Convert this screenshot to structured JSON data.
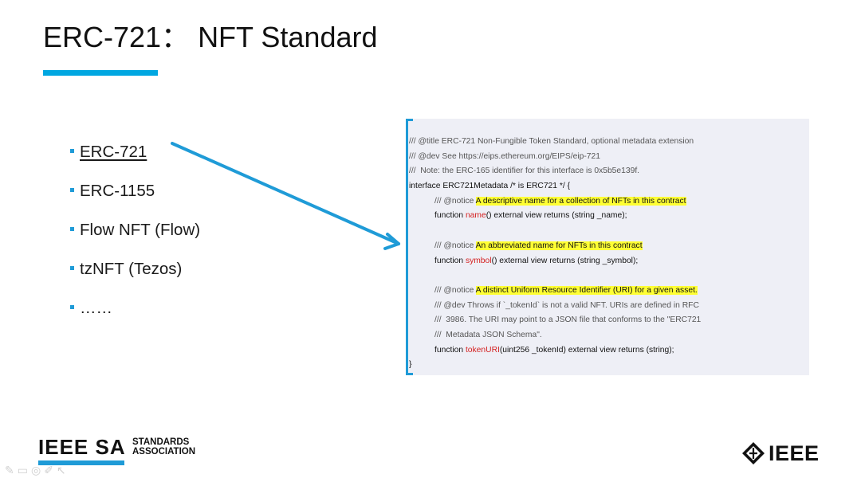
{
  "slide": {
    "title": "ERC-721： NFT Standard"
  },
  "bullets": [
    {
      "label": "ERC-721"
    },
    {
      "label": "ERC-1155"
    },
    {
      "label": "Flow NFT (Flow)"
    },
    {
      "label": "tzNFT (Tezos)"
    },
    {
      "label": "……"
    }
  ],
  "code": {
    "line1": "/// @title ERC-721 Non-Fungible Token Standard, optional metadata extension",
    "line2": "/// @dev See https://eips.ethereum.org/EIPS/eip-721",
    "line3": "///  Note: the ERC-165 identifier for this interface is 0x5b5e139f.",
    "line4": "interface ERC721Metadata /* is ERC721 */ {",
    "name_notice_prefix": "/// @notice ",
    "name_notice_hl": "A descriptive name for a collection of NFTs in this contract",
    "name_fn_prefix": "function ",
    "name_fn_name": "name",
    "name_fn_suffix": "() external view returns (string _name);",
    "symbol_notice_prefix": "/// @notice ",
    "symbol_notice_hl": "An abbreviated name for NFTs in this contract",
    "symbol_fn_prefix": "function ",
    "symbol_fn_name": "symbol",
    "symbol_fn_suffix": "() external view returns (string _symbol);",
    "uri_notice_prefix": "/// @notice ",
    "uri_notice_hl": "A distinct Uniform Resource Identifier (URI) for a given asset.",
    "uri_dev1": "/// @dev Throws if `_tokenId` is not a valid NFT. URIs are defined in RFC",
    "uri_dev2": "///  3986. The URI may point to a JSON file that conforms to the \"ERC721",
    "uri_dev3": "///  Metadata JSON Schema\".",
    "uri_fn_prefix": "function ",
    "uri_fn_name": "tokenURI",
    "uri_fn_suffix": "(uint256 _tokenId) external view returns (string);",
    "close": "}"
  },
  "footer": {
    "ieee_sa_big": "IEEE SA",
    "ieee_sa_small_line1": "STANDARDS",
    "ieee_sa_small_line2": "ASSOCIATION",
    "ieee_logo_text": "IEEE"
  },
  "colors": {
    "accent_blue": "#00a7e1",
    "highlight_yellow": "#ffff33",
    "function_red": "#d42020",
    "code_bg": "#eeeff6"
  }
}
